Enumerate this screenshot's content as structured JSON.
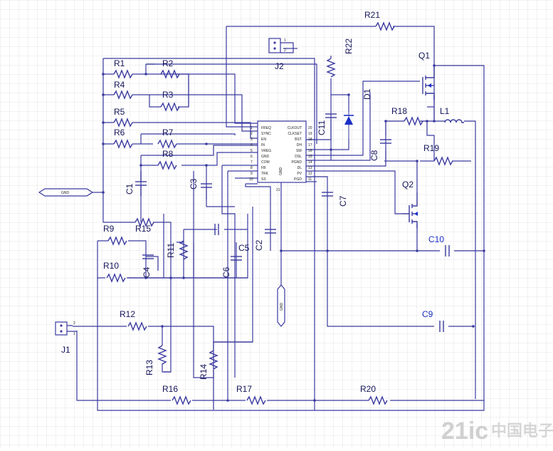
{
  "ic": {
    "left_pins": [
      "FREQ",
      "SYNC",
      "EN",
      "IN",
      "VREG",
      "GND",
      "COM",
      "FB",
      "TRK",
      "SS"
    ],
    "right_pins": [
      "CLKOUT",
      "CLKSET",
      "BST",
      "DH",
      "SW",
      "DSL",
      "PGND",
      "DL",
      "PV",
      "PGD"
    ],
    "left_numbers": [
      "1",
      "2",
      "3",
      "4",
      "5",
      "6",
      "7",
      "8",
      "9",
      "10"
    ],
    "right_numbers": [
      "20",
      "19",
      "18",
      "17",
      "16",
      "15",
      "14",
      "13",
      "12",
      "11"
    ],
    "bottom_label": "GND",
    "bottom_pin": "21"
  },
  "labels": {
    "R1": "R1",
    "R2": "R2",
    "R3": "R3",
    "R4": "R4",
    "R5": "R5",
    "R6": "R6",
    "R7": "R7",
    "R8": "R8",
    "R9": "R9",
    "R10": "R10",
    "R11": "R11",
    "R12": "R12",
    "R13": "R13",
    "R14": "R14",
    "R15": "R15",
    "R16": "R16",
    "R17": "R17",
    "R18": "R18",
    "R19": "R19",
    "R20": "R20",
    "R21": "R21",
    "R22": "R22",
    "C1": "C1",
    "C2": "C2",
    "C3": "C3",
    "C4": "C4",
    "C5": "C5",
    "C6": "C6",
    "C7": "C7",
    "C8": "C8",
    "C9": "C9",
    "C10": "C10",
    "C11": "C11",
    "D1": "D1",
    "L1": "L1",
    "Q1": "Q1",
    "Q2": "Q2",
    "J1": "J1",
    "J2": "J2"
  },
  "connector_pins": {
    "one": "1",
    "two": "2"
  },
  "gnd_flag": "GND",
  "gnd_flag_vertical": "GND",
  "watermark": {
    "main": "21ic",
    "cn": "中国电子网"
  },
  "colors": {
    "wire": "#3a3aa0",
    "blue_label": "#1a2fc8",
    "grid": "#dcdcdc"
  }
}
